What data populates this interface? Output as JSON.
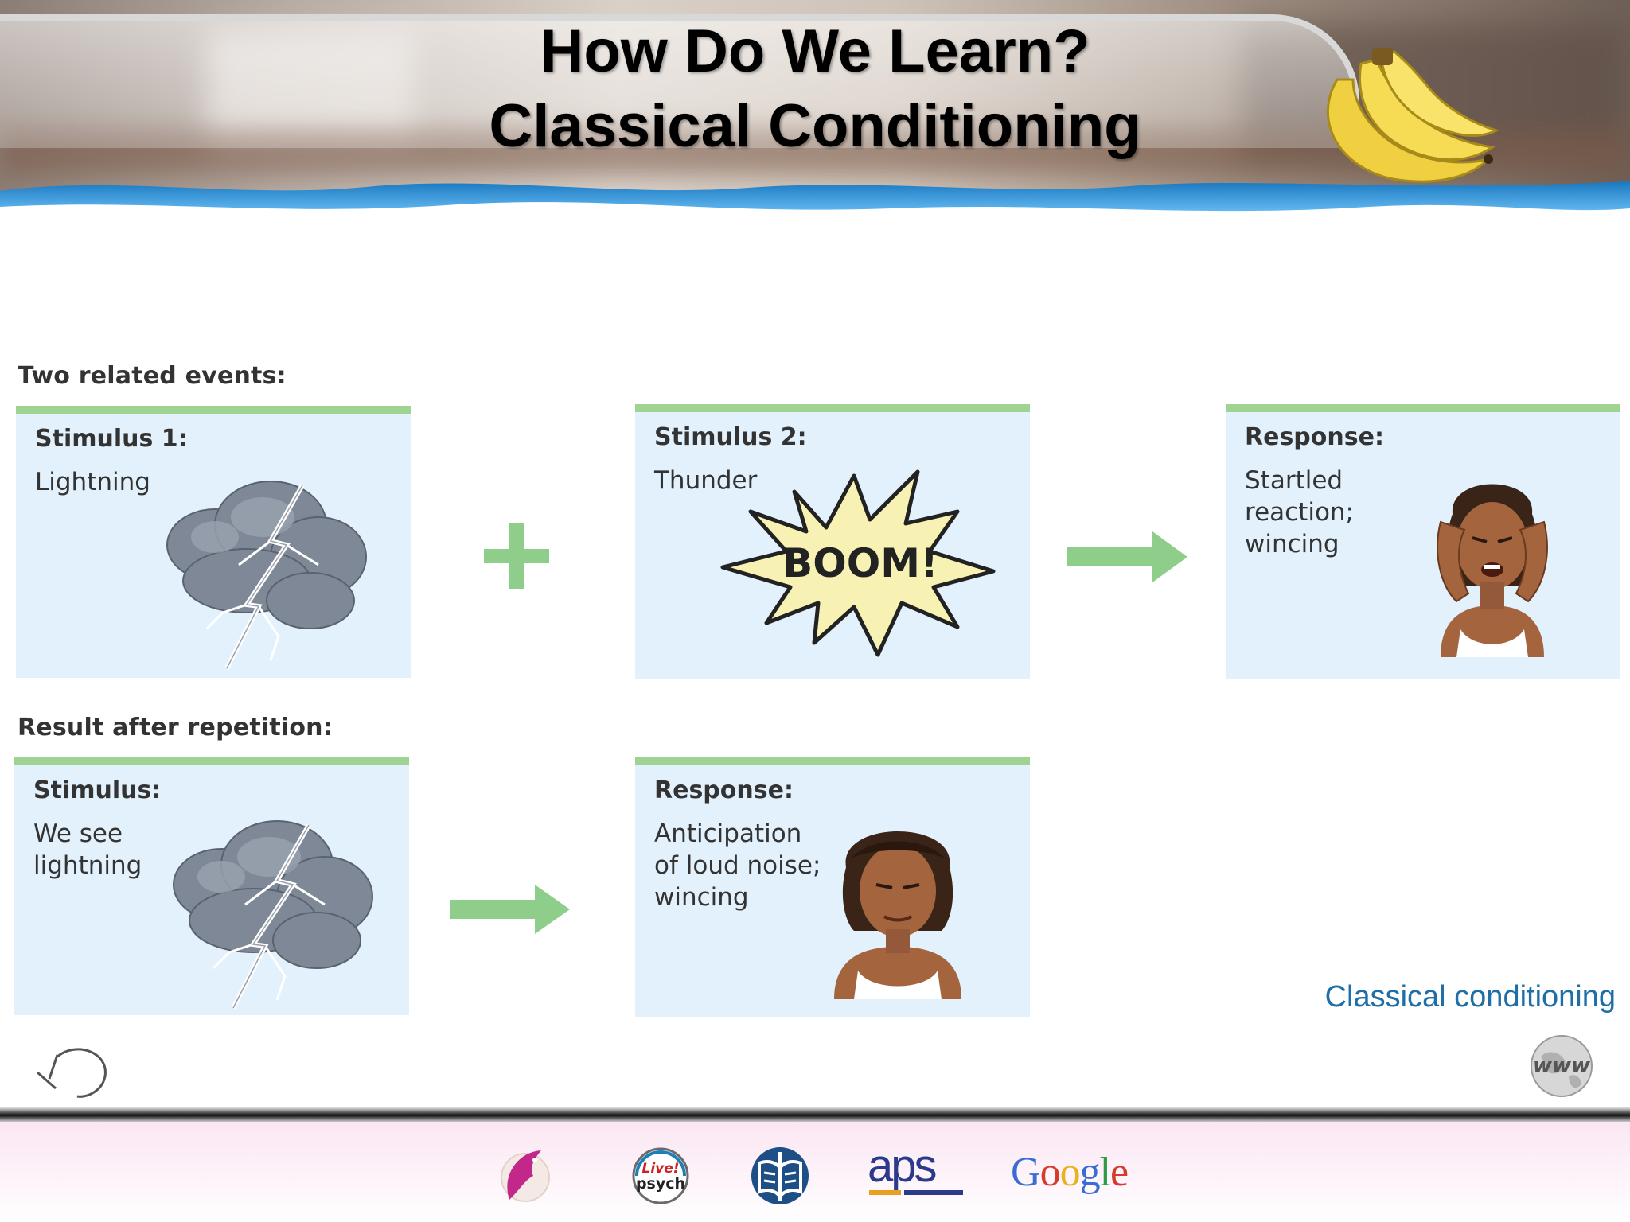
{
  "slide": {
    "title_line1": "How Do We Learn?",
    "title_line2": "Classical Conditioning"
  },
  "diagram": {
    "section1_label": "Two related events:",
    "section2_label": "Result after repetition:",
    "panels": [
      {
        "heading": "Stimulus 1:",
        "text": "Lightning"
      },
      {
        "heading": "Stimulus 2:",
        "text": "Thunder",
        "burst": "BOOM!"
      },
      {
        "heading": "Response:",
        "text": "Startled\nreaction;\nwincing"
      },
      {
        "heading": "Stimulus:",
        "text": "We see\nlightning"
      },
      {
        "heading": "Response:",
        "text": "Anticipation\nof loud noise;\nwincing"
      }
    ],
    "caption": "Classical conditioning"
  },
  "footer": {
    "links": [
      {
        "icon": "fish-logo-icon"
      },
      {
        "icon": "live-psych-logo-icon",
        "label_top": "Live!",
        "label_bottom": "psych"
      },
      {
        "icon": "book-globe-logo-icon"
      },
      {
        "icon": "aps-logo-icon",
        "label": "aps"
      },
      {
        "icon": "google-logo-icon",
        "label": "Google"
      }
    ],
    "nav": {
      "back": "back-arrow-icon",
      "web": "www-globe-icon",
      "web_label": "www"
    }
  },
  "colors": {
    "panel_bg": "#e2f1fb",
    "panel_accent": "#9ed392",
    "connector": "#8fce8a",
    "caption": "#1e6fa8"
  }
}
